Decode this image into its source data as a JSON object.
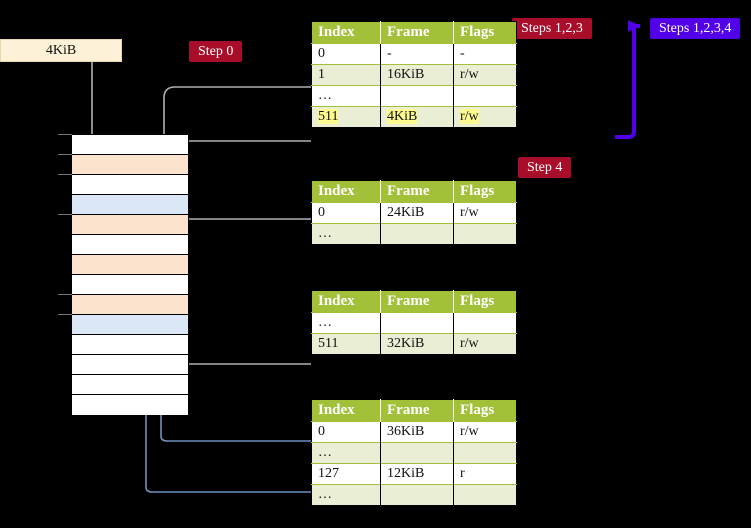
{
  "diagram": {
    "title_badges": {
      "step0": "Step 0",
      "steps123": "Steps 1,2,3",
      "steps1234": "Steps 1,2,3,4",
      "step4": "Step 4"
    },
    "frame_box_label": "4KiB",
    "colors": {
      "badge_red": "#a80d2a",
      "badge_purple": "#5200e8",
      "table_header_green": "#a2c038",
      "table_alt_row": "#e9eed4",
      "highlight_yellow": "#fdfa8f",
      "frame_box_bg": "#fdf2d8",
      "grid_orange": "#fce3ce",
      "grid_blue": "#dbe7f7",
      "wire_gray": "#b0b0b0",
      "wire_blue": "#6e8fc0"
    },
    "memory_grid": {
      "rows": [
        {
          "fill": "white"
        },
        {
          "fill": "orange"
        },
        {
          "fill": "white"
        },
        {
          "fill": "blue"
        },
        {
          "fill": "orange"
        },
        {
          "fill": "white"
        },
        {
          "fill": "orange"
        },
        {
          "fill": "white"
        },
        {
          "fill": "orange"
        },
        {
          "fill": "blue"
        },
        {
          "fill": "white"
        },
        {
          "fill": "white"
        },
        {
          "fill": "white"
        },
        {
          "fill": "white"
        }
      ]
    },
    "tables": [
      {
        "name": "pml4-table",
        "columns": [
          "Index",
          "Frame",
          "Flags"
        ],
        "rows": [
          {
            "alt": false,
            "hl": false,
            "cells": [
              "0",
              "-",
              "-"
            ]
          },
          {
            "alt": true,
            "hl": false,
            "cells": [
              "1",
              "16KiB",
              "r/w"
            ]
          },
          {
            "alt": false,
            "hl": false,
            "cells": [
              "…",
              "",
              ""
            ]
          },
          {
            "alt": true,
            "hl": true,
            "cells": [
              "511",
              "4KiB",
              "r/w"
            ]
          }
        ]
      },
      {
        "name": "pdp-table",
        "columns": [
          "Index",
          "Frame",
          "Flags"
        ],
        "rows": [
          {
            "alt": false,
            "hl": false,
            "cells": [
              "0",
              "24KiB",
              "r/w"
            ]
          },
          {
            "alt": true,
            "hl": false,
            "cells": [
              "…",
              "",
              ""
            ]
          }
        ]
      },
      {
        "name": "pd-table",
        "columns": [
          "Index",
          "Frame",
          "Flags"
        ],
        "rows": [
          {
            "alt": false,
            "hl": false,
            "cells": [
              "…",
              "",
              ""
            ]
          },
          {
            "alt": true,
            "hl": false,
            "cells": [
              "511",
              "32KiB",
              "r/w"
            ]
          }
        ]
      },
      {
        "name": "pt-table",
        "columns": [
          "Index",
          "Frame",
          "Flags"
        ],
        "rows": [
          {
            "alt": false,
            "hl": false,
            "cells": [
              "0",
              "36KiB",
              "r/w"
            ]
          },
          {
            "alt": true,
            "hl": false,
            "cells": [
              "…",
              "",
              ""
            ]
          },
          {
            "alt": false,
            "hl": false,
            "cells": [
              "127",
              "12KiB",
              "r"
            ]
          },
          {
            "alt": true,
            "hl": false,
            "cells": [
              "…",
              "",
              ""
            ]
          }
        ]
      }
    ]
  }
}
